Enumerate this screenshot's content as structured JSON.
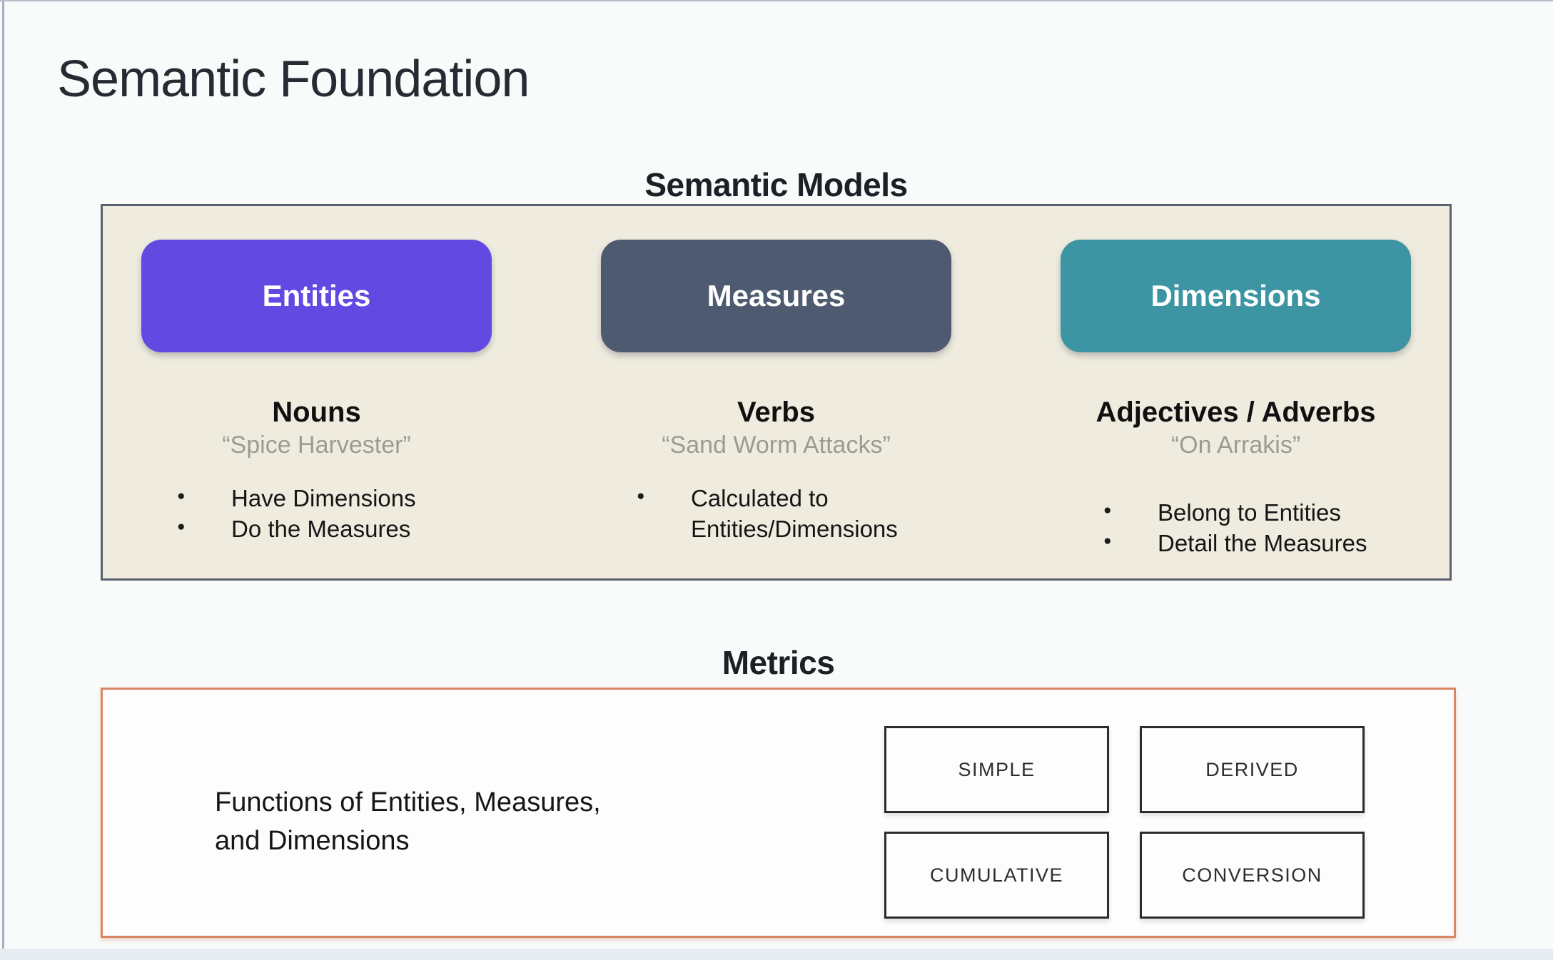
{
  "page": {
    "title": "Semantic Foundation"
  },
  "semantic_models": {
    "heading": "Semantic Models",
    "columns": [
      {
        "button": "Entities",
        "color": "#6149e2",
        "term": "Nouns",
        "example": "“Spice Harvester”",
        "bullets": [
          "Have Dimensions",
          "Do the Measures"
        ]
      },
      {
        "button": "Measures",
        "color": "#4e5a70",
        "term": "Verbs",
        "example": "“Sand Worm Attacks”",
        "bullets": [
          "Calculated to Entities/Dimensions"
        ]
      },
      {
        "button": "Dimensions",
        "color": "#3d95a4",
        "term": "Adjectives / Adverbs",
        "example": "“On Arrakis”",
        "bullets": [
          "Belong to Entities",
          "Detail the Measures"
        ]
      }
    ]
  },
  "metrics": {
    "heading": "Metrics",
    "description": "Functions of Entities, Measures,\nand Dimensions",
    "types": [
      "SIMPLE",
      "DERIVED",
      "CUMULATIVE",
      "CONVERSION"
    ]
  },
  "colors": {
    "entities_button": "#6149e2",
    "measures_button": "#4e5a70",
    "dimensions_button": "#3d95a4",
    "semantic_panel_bg": "#efecdf",
    "semantic_panel_border": "#5a6070",
    "metrics_panel_border": "#d98666",
    "quote_text": "#9b9b92",
    "footer_strip": "#e7ecf1"
  }
}
